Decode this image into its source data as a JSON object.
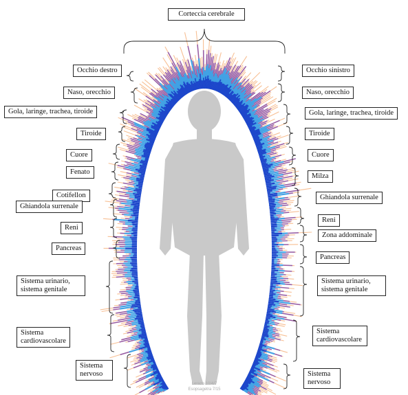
{
  "title": "Corteccia cerebrale",
  "left_labels": [
    "Occhio destro",
    "Naso, orecchio",
    "Gola, laringe, trachea, tiroide",
    "Tiroide",
    "Cuore",
    "Fenato",
    "Cotifellon",
    "Ghiandola surrenale",
    "Reni",
    "Pancreas",
    "Sistema urinario, sistema genitale",
    "Sistema cardiovascolare",
    "Sistema nervoso"
  ],
  "right_labels": [
    "Occhio sinistro",
    "Naso, orecchio",
    "Gola, laringe, trachea, tiroide",
    "Tiroide",
    "Cuore",
    "Milza",
    "Ghiandola surrenale",
    "Reni",
    "Zona addominale",
    "Pancreas",
    "Sistema urinario, sistema genitale",
    "Sistema cardiovascolare",
    "Sistema nervoso"
  ],
  "footer": [
    "Lerazo 10/4/7",
    "Esopsagetra 7/15"
  ],
  "colors": {
    "aura_inner": "#1a3cc8",
    "aura_mid": "#3aa7ea",
    "aura_purple": "#7a3aa0",
    "aura_orange": "#f08a3a",
    "silhouette": "#c9c9c9",
    "bracket": "#222222"
  }
}
